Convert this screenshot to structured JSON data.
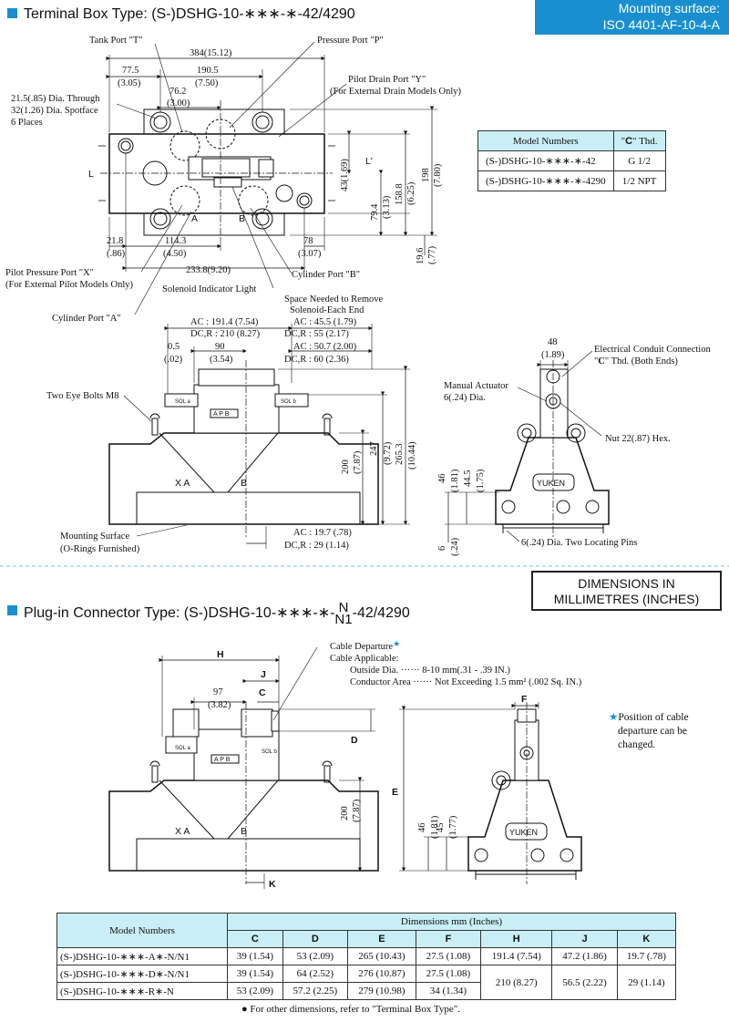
{
  "header": {
    "title_terminal": "Terminal Box Type: (S-)DSHG-10-∗∗∗-∗-42/4290",
    "mounting_line1": "Mounting surface:",
    "mounting_line2": "ISO 4401-AF-10-4-A"
  },
  "top_view": {
    "labels": {
      "tank_port": "Tank Port \"T\"",
      "pressure_port": "Pressure Port \"P\"",
      "pilot_drain": "Pilot Drain Port \"Y\"",
      "pilot_drain_sub": "(For External Drain Models Only)",
      "hole1": "21.5(.85) Dia. Through",
      "hole2": "32(1.26) Dia. Spotface",
      "hole3": "6 Places",
      "pilot_pressure": "Pilot Pressure Port \"X\"",
      "pilot_pressure_sub": "(For External Pilot Models Only)",
      "cyl_b": "Cylinder Port \"B\"",
      "solenoid_light": "Solenoid Indicator Light",
      "cyl_a": "Cylinder Port \"A\"",
      "L": "L",
      "L2": "L'",
      "A": "A",
      "B": "B"
    },
    "dims": {
      "d384": "384(15.12)",
      "d77": "77.5",
      "d77i": "(3.05)",
      "d190": "190.5",
      "d190i": "(7.50)",
      "d76": "76.2",
      "d76i": "(3.00)",
      "d43": "43(1.69)",
      "d79": "79.4",
      "d79i": "(3.13)",
      "d158": "158.8",
      "d158i": "(6.25)",
      "d198": "198",
      "d198i": "(7.80)",
      "d21": "21.8",
      "d21i": "(.86)",
      "d114": "114.3",
      "d114i": "(4.50)",
      "d78": "78",
      "d78i": "(3.07)",
      "d19": "19.6",
      "d19i": "(.77)",
      "d233": "233.8(9.20)"
    }
  },
  "terminal_table": {
    "h1": "Model Numbers",
    "h2_quote_l": "\"",
    "h2_c": "C",
    "h2_quote_r": "\" Thd.",
    "rows": [
      {
        "model": "(S-)DSHG-10-∗∗∗-∗-42",
        "thd": "G 1/2"
      },
      {
        "model": "(S-)DSHG-10-∗∗∗-∗-4290",
        "thd": "1/2 NPT"
      }
    ]
  },
  "front_view": {
    "space_note1": "Space Needed to Remove",
    "space_note2": "Solenoid-Each End",
    "ac191": "AC : 191.4 (7.54)",
    "dc210": "DC,R : 210   (8.27)",
    "ac45": "AC : 45.5 (1.79)",
    "dc55": "DC,R : 55    (2.17)",
    "d05": "0.5",
    "d05i": "(.02)",
    "d90": "90",
    "d90i": "(3.54)",
    "ac50": "AC : 50.7 (2.00)",
    "dc60": "DC,R : 60    (2.36)",
    "eyebolts": "Two Eye Bolts M8",
    "d200": "200",
    "d200i": "(7.87)",
    "d247": "247",
    "d247i": "(9.72)",
    "d265": "265.3",
    "d265i": "(10.44)",
    "ac19": "AC : 19.7 (.78)",
    "dc29": "DC,R : 29    (1.14)",
    "mount1": "Mounting Surface",
    "mount2": "(O-Rings Furnished)",
    "sol_a": "SOL a",
    "sol_b": "SOL b",
    "apb": "A P B",
    "XA": "X  A",
    "B": "B"
  },
  "side_view": {
    "d48": "48",
    "d48i": "(1.89)",
    "conduit1": "Electrical Conduit Connection",
    "conduit2_q": "\"",
    "conduit2_c": "C",
    "conduit2_rest": "\" Thd. (Both Ends)",
    "manual1": "Manual Actuator",
    "manual2": "6(.24) Dia.",
    "nut": "Nut 22(.87) Hex.",
    "d46": "46",
    "d46i": "(1.81)",
    "d44": "44.5",
    "d44i": "(1.75)",
    "d6": "6",
    "d6i": "(.24)",
    "pins": "6(.24) Dia. Two Locating Pins",
    "yuken": "YUKEN"
  },
  "units_box": {
    "line1": "DIMENSIONS IN",
    "line2": "MILLIMETRES (INCHES)"
  },
  "plugin": {
    "title_prefix": "Plug-in Connector Type: (S-)DSHG-10-∗∗∗-∗-",
    "title_N": "N",
    "title_N1": "N1",
    "title_suffix": "-42/4290",
    "cable_departure": "Cable Departure",
    "star": "★",
    "cable_applicable": "Cable Applicable:",
    "outside_dia": "Outside Dia.  ······  8-10 mm(.31 - .39 IN.)",
    "conductor": "Conductor Area ······ Not Exceeding 1.5 mm² (.002 Sq. IN.)",
    "H": "H",
    "J": "J",
    "C": "C",
    "d97": "97",
    "d97i": "(3.82)",
    "D": "D",
    "E": "E",
    "F": "F",
    "K": "K",
    "d200": "200",
    "d200i": "(7.87)",
    "d46": "46",
    "d46i": "(1.81)",
    "d45": "45",
    "d45i": "(1.77)",
    "cable_note1": "Position of cable",
    "cable_note2": "departure can be",
    "cable_note3": "changed.",
    "sol_a": "SOL a",
    "sol_b": "SOL b",
    "apb": "A P B",
    "XA": "X  A",
    "B": "B",
    "yuken": "YUKEN"
  },
  "plugin_table": {
    "h_model": "Model Numbers",
    "h_dims": "Dimensions   mm (Inches)",
    "cols": [
      "C",
      "D",
      "E",
      "F",
      "H",
      "J",
      "K"
    ],
    "rows": [
      [
        "(S-)DSHG-10-∗∗∗-A∗-N/N1",
        "39 (1.54)",
        "53  (2.09)",
        "265 (10.43)",
        "27.5 (1.08)",
        "191.4 (7.54)",
        "47.2 (1.86)",
        "19.7  (.78)"
      ],
      [
        "(S-)DSHG-10-∗∗∗-D∗-N/N1",
        "39 (1.54)",
        "64  (2.52)",
        "276 (10.87)",
        "27.5 (1.08)"
      ],
      [
        "(S-)DSHG-10-∗∗∗-R∗-N",
        "53 (2.09)",
        "57.2 (2.25)",
        "279 (10.98)",
        "34  (1.34)"
      ]
    ],
    "merged_h": "210   (8.27)",
    "merged_j": "56.5 (2.22)",
    "merged_k": "29  (1.14)",
    "footnote": "● For other dimensions, refer to \"Terminal Box Type\"."
  }
}
